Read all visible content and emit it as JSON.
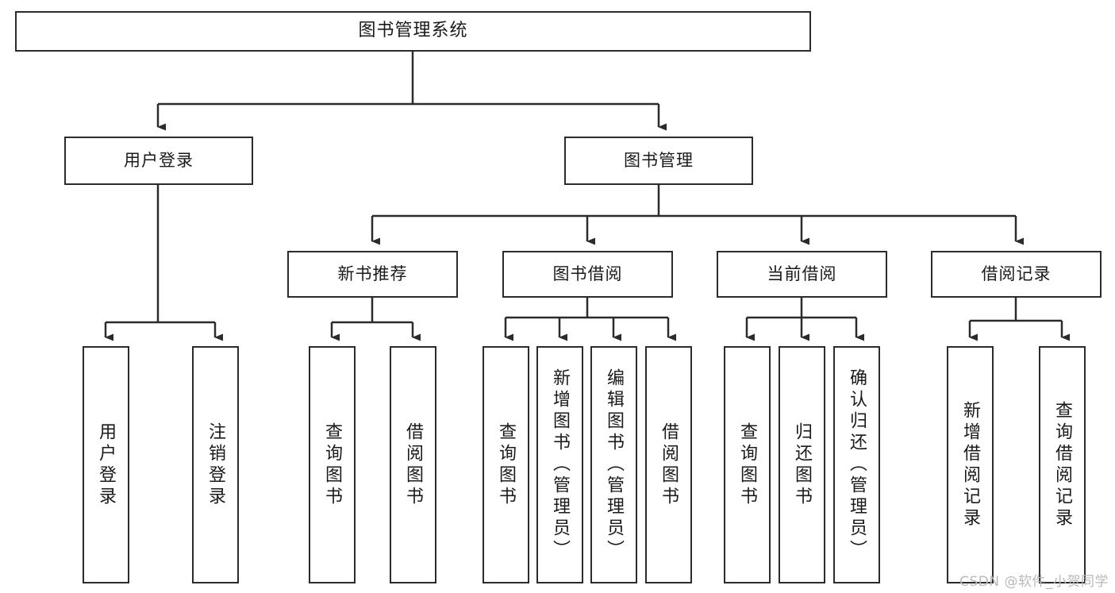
{
  "diagram": {
    "title": "图书管理系统",
    "type": "tree",
    "watermark": "CSDN @软件_小贺同学",
    "colors": {
      "background": "#ffffff",
      "node_border": "#2b2b2b",
      "node_fill": "#ffffff",
      "edge": "#2b2b2b",
      "text": "#1a1a1a",
      "watermark": "#b9b9b9"
    },
    "nodes": {
      "root": {
        "label": "图书管理系统"
      },
      "level2": [
        {
          "label": "用户登录"
        },
        {
          "label": "图书管理"
        }
      ],
      "level3": [
        {
          "label": "新书推荐"
        },
        {
          "label": "图书借阅"
        },
        {
          "label": "当前借阅"
        },
        {
          "label": "借阅记录"
        }
      ],
      "leaves": {
        "user_login": [
          {
            "label": "用户登录"
          },
          {
            "label": "注销登录"
          }
        ],
        "new_book_recommend": [
          {
            "label": "查询图书"
          },
          {
            "label": "借阅图书"
          }
        ],
        "book_borrow": [
          {
            "label": "查询图书"
          },
          {
            "label": "新增图书（管理员）"
          },
          {
            "label": "编辑图书（管理员）"
          },
          {
            "label": "借阅图书"
          }
        ],
        "current_borrow": [
          {
            "label": "查询图书"
          },
          {
            "label": "归还图书"
          },
          {
            "label": "确认归还（管理员）"
          }
        ],
        "borrow_record": [
          {
            "label": "新增借阅记录"
          },
          {
            "label": "查询借阅记录"
          }
        ]
      }
    }
  }
}
